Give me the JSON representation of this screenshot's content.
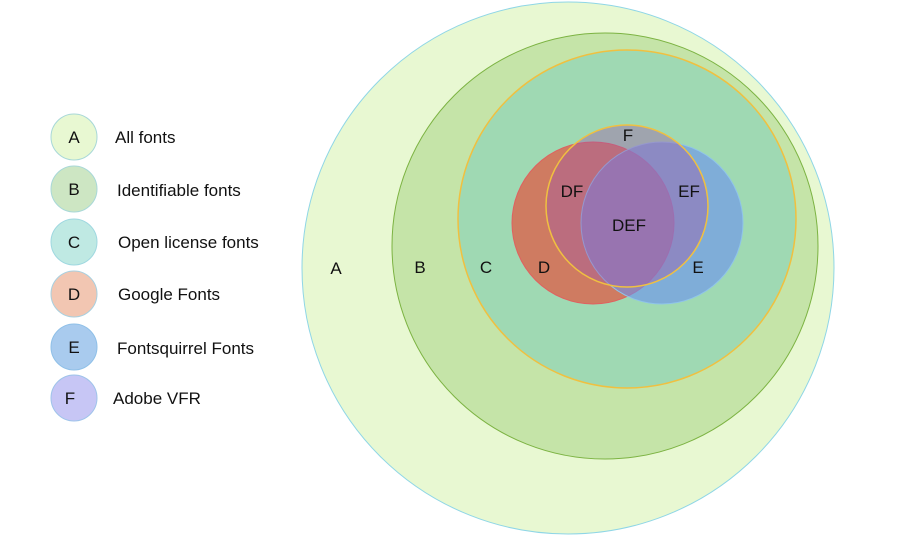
{
  "legend": [
    {
      "key": "A",
      "label": "All fonts",
      "fill": "#e8f8d2",
      "stroke": "#a8d8d8"
    },
    {
      "key": "B",
      "label": "Identifiable fonts",
      "fill": "#cde6c3",
      "stroke": "#a8d8d8"
    },
    {
      "key": "C",
      "label": "Open license fonts",
      "fill": "#bfe9e3",
      "stroke": "#9fd8e0"
    },
    {
      "key": "D",
      "label": "Google Fonts",
      "fill": "#f2c6b2",
      "stroke": "#a8d0e0"
    },
    {
      "key": "E",
      "label": "Fontsquirrel Fonts",
      "fill": "#a9cbee",
      "stroke": "#8fc0e8"
    },
    {
      "key": "F",
      "label": "Adobe VFR",
      "fill": "#c7c6f5",
      "stroke": "#9fc4ea"
    }
  ],
  "sets": {
    "A": {
      "fill": "#e8f8d2",
      "stroke": "#8fd6e6"
    },
    "B": {
      "fill": "#c5e4a8",
      "stroke": "#7cb342"
    },
    "C": {
      "fill": "#9fd9b3",
      "stroke": "#f0c040"
    },
    "D": {
      "fill": "#d9664f",
      "stroke": "#e06060"
    },
    "E": {
      "fill": "#6b8ff0",
      "stroke": "#8fc4ea"
    },
    "F": {
      "fill": "#a05aa8",
      "stroke": "#f0c040"
    }
  },
  "region_labels": [
    "A",
    "B",
    "C",
    "D",
    "E",
    "F",
    "DF",
    "EF",
    "DEF"
  ]
}
